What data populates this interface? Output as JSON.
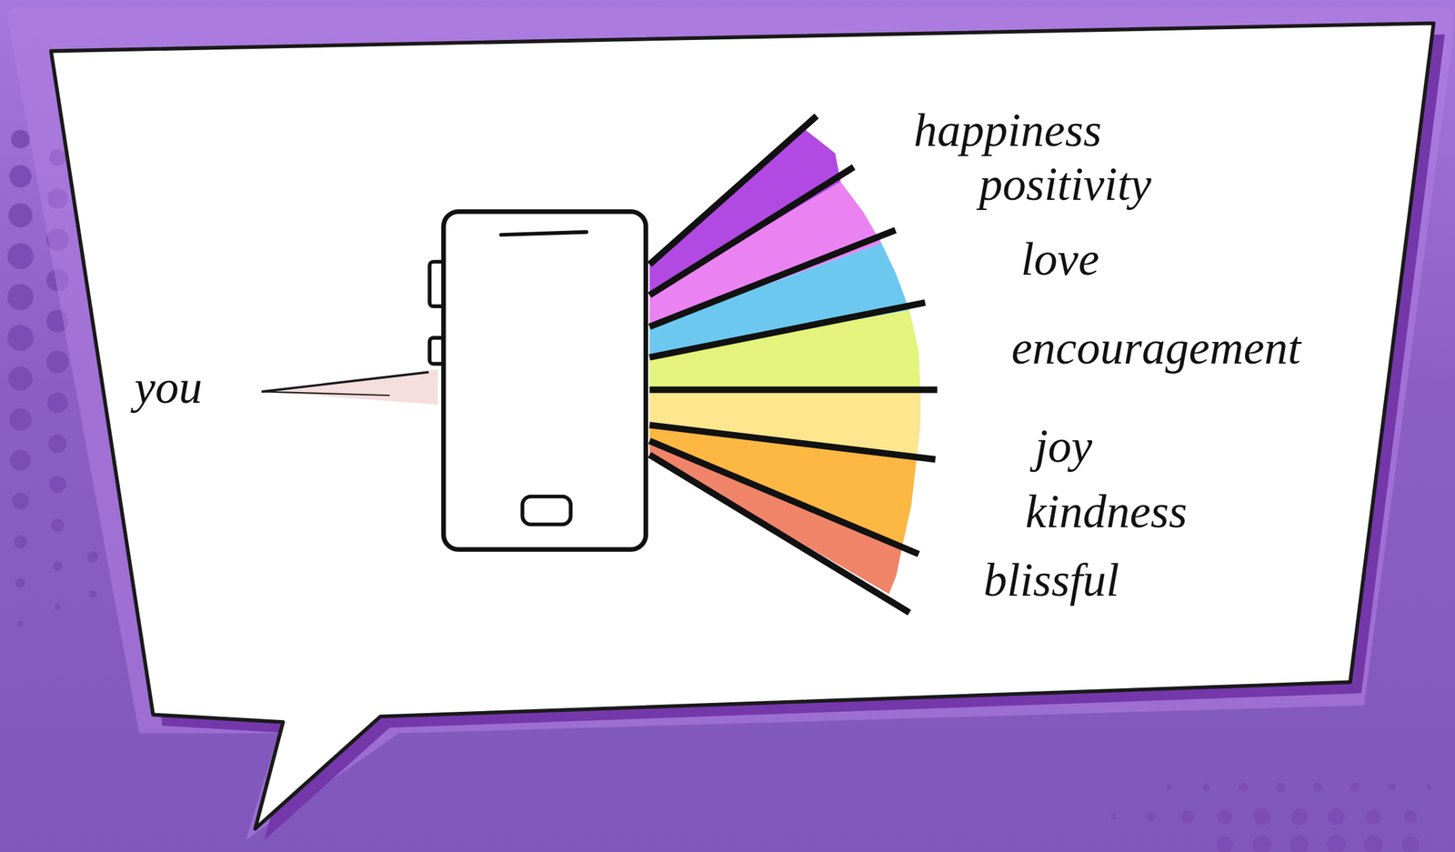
{
  "diagram": {
    "labels": [
      "you",
      "happiness",
      "positivity",
      "love",
      "encouragement",
      "joy",
      "kindness",
      "blissful"
    ]
  }
}
